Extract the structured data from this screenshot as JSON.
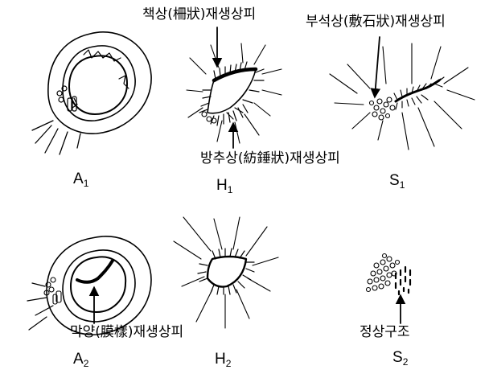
{
  "annotations": {
    "palisade": "책상(柵狀)재생상피",
    "cobblestone": "부석상(敷石狀)재생상피",
    "spindle": "방추상(紡錘狀)재생상피",
    "membrane": "막양(膜樣)재생상피",
    "normal": "정상구조"
  },
  "panels": [
    {
      "letter": "A",
      "sub": "1"
    },
    {
      "letter": "H",
      "sub": "1"
    },
    {
      "letter": "S",
      "sub": "1"
    },
    {
      "letter": "A",
      "sub": "2"
    },
    {
      "letter": "H",
      "sub": "2"
    },
    {
      "letter": "S",
      "sub": "2"
    }
  ]
}
